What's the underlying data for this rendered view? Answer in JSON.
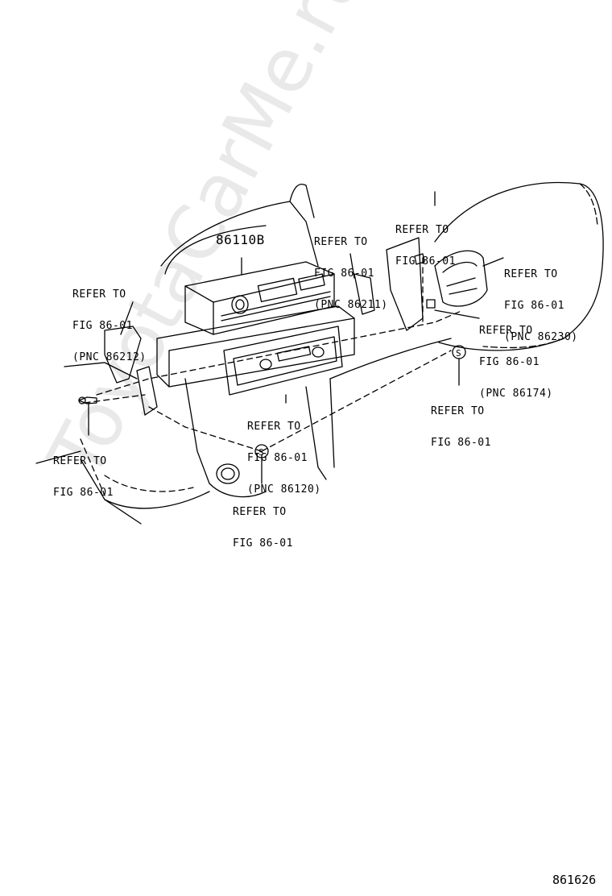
{
  "diagram": {
    "watermark": "ToyotaCarMe.ru",
    "figure_id": "861626",
    "part_number": "86110B",
    "callouts": [
      {
        "id": "c1",
        "lines": [
          "REFER TO",
          "FIG 86-01",
          "(PNC 86212)"
        ]
      },
      {
        "id": "c2",
        "lines": [
          "REFER TO",
          "FIG 86-01",
          "(PNC 86211)"
        ]
      },
      {
        "id": "c3",
        "lines": [
          "REFER TO",
          "FIG 86-01"
        ]
      },
      {
        "id": "c4",
        "lines": [
          "REFER TO",
          "FIG 86-01",
          "(PNC 86230)"
        ]
      },
      {
        "id": "c5",
        "lines": [
          "REFER TO",
          "FIG 86-01",
          "(PNC 86174)"
        ]
      },
      {
        "id": "c6",
        "lines": [
          "REFER TO",
          "FIG 86-01"
        ]
      },
      {
        "id": "c7",
        "lines": [
          "REFER TO",
          "FIG 86-01",
          "(PNC 86120)"
        ]
      },
      {
        "id": "c8",
        "lines": [
          "REFER TO",
          "FIG 86-01"
        ]
      },
      {
        "id": "c9",
        "lines": [
          "REFER TO",
          "FIG 86-01"
        ]
      }
    ],
    "screw_marker": "S"
  }
}
